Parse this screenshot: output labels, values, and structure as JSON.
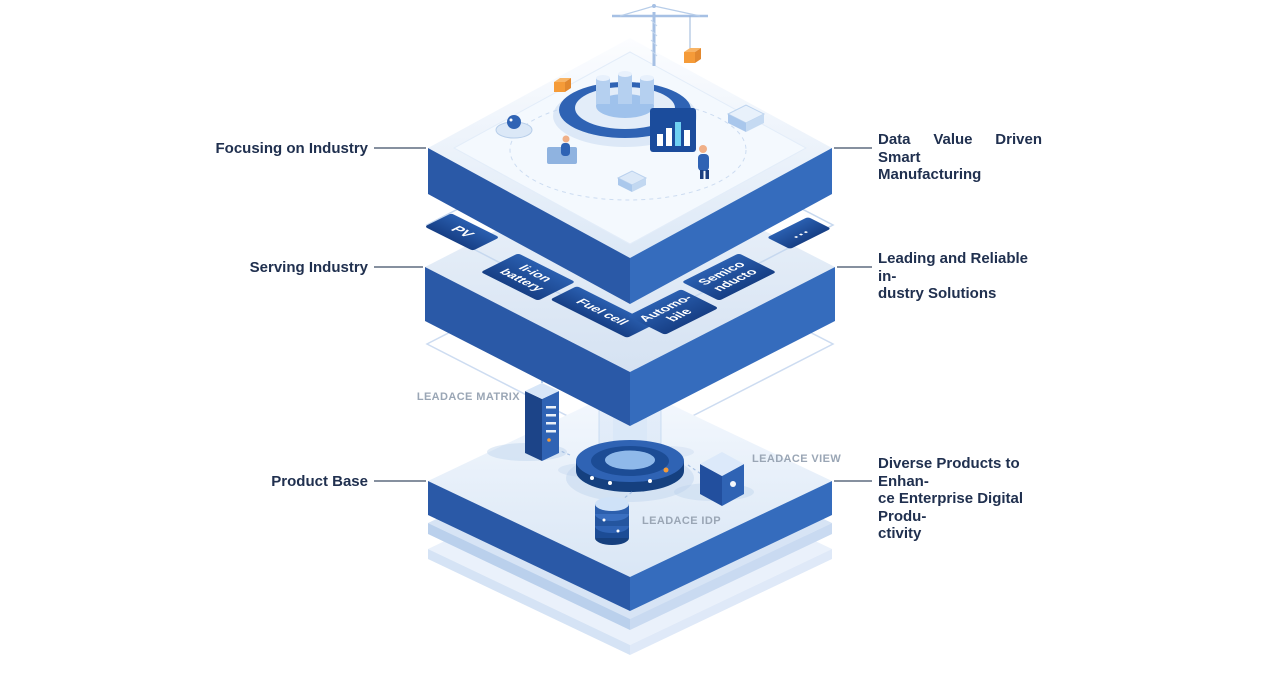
{
  "title": "Layered platform architecture diagram",
  "palette": {
    "primary_blue": "#2f63b4",
    "deep_blue": "#1d4e9c",
    "accent_orange": "#f59b38",
    "light_blue": "#d9e6f5",
    "label_color": "#20304f",
    "muted_label": "#9aa6b5"
  },
  "layers": {
    "top": {
      "left_label": "Focusing on Industry",
      "right_label_lines": [
        "Data Value Driven Smart",
        "Manufacturing"
      ]
    },
    "middle": {
      "left_label": "Serving Industry",
      "right_label_lines": [
        "Leading and Reliable in-",
        "dustry Solutions"
      ],
      "tiles": [
        "PV",
        "li-ion battery",
        "Fuel cell",
        "Automo-bile",
        "Semico nducto",
        "..."
      ]
    },
    "bottom": {
      "left_label": "Product Base",
      "right_label_lines": [
        "Diverse Products to Enhan-",
        "ce Enterprise Digital Produ-",
        "ctivity"
      ],
      "products": [
        "LEADACE MATRIX",
        "LEADACE VIEW",
        "LEADACE IDP"
      ]
    }
  }
}
